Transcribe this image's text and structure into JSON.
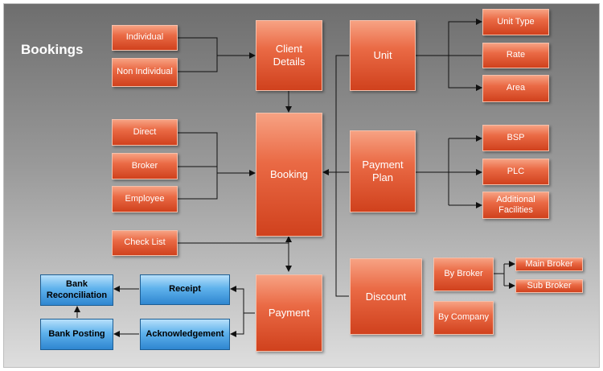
{
  "title": "Bookings",
  "nodes": {
    "individual": "Individual",
    "non_individual": "Non Individual",
    "client_details": "Client Details",
    "unit": "Unit",
    "unit_type": "Unit Type",
    "rate": "Rate",
    "area": "Area",
    "direct": "Direct",
    "broker": "Broker",
    "employee": "Employee",
    "booking": "Booking",
    "payment_plan": "Payment Plan",
    "bsp": "BSP",
    "plc": "PLC",
    "additional_facilities": "Additional Facilities",
    "check_list": "Check List",
    "bank_reconciliation": "Bank Reconciliation",
    "receipt": "Receipt",
    "payment": "Payment",
    "bank_posting": "Bank Posting",
    "acknowledgement": "Acknowledgement",
    "discount": "Discount",
    "by_broker": "By Broker",
    "main_broker": "Main Broker",
    "sub_broker": "Sub Broker",
    "by_company": "By Company"
  }
}
